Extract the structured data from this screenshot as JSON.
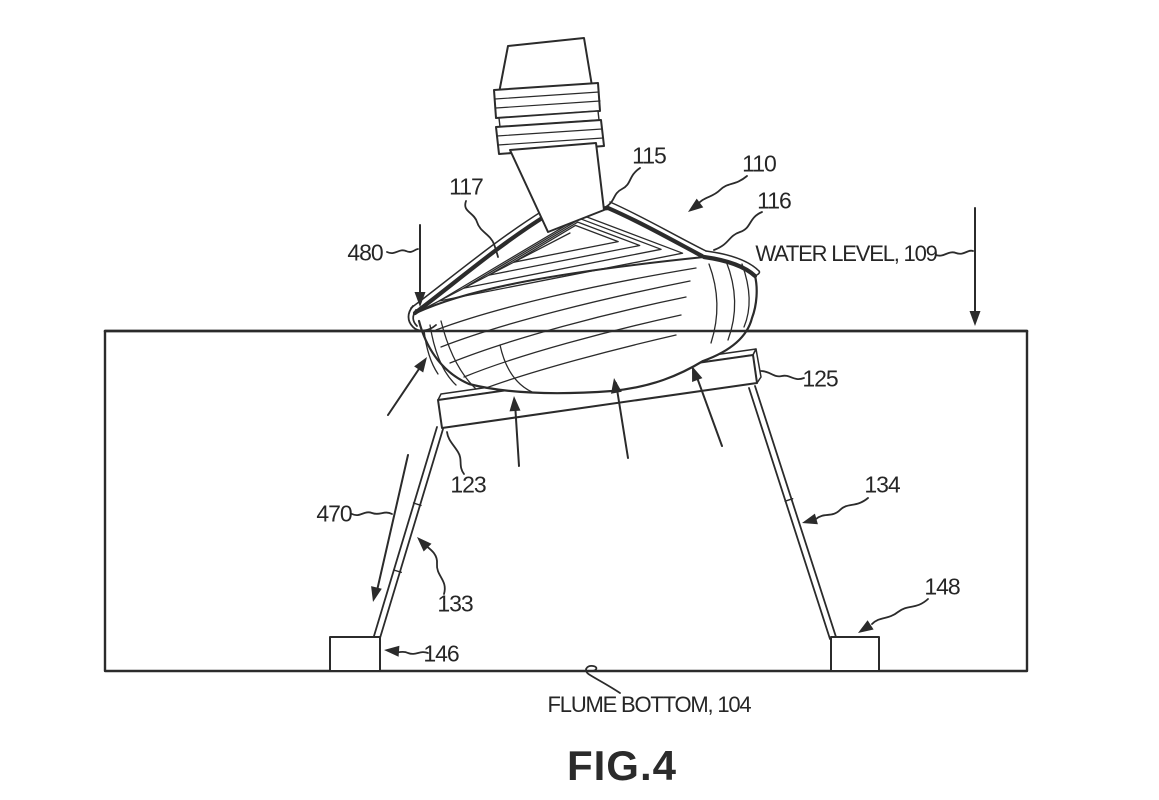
{
  "figure": {
    "caption": "FIG.4",
    "callouts": {
      "water_level": "WATER LEVEL, 109",
      "flume_bottom": "FLUME BOTTOM, 104"
    },
    "ref_labels": {
      "n110": "110",
      "n115": "115",
      "n116": "116",
      "n117": "117",
      "n123": "123",
      "n125": "125",
      "n133": "133",
      "n134": "134",
      "n146": "146",
      "n148": "148",
      "n470": "470",
      "n480": "480"
    },
    "colors": {
      "line": "#2b2b2b",
      "background": "#ffffff"
    }
  }
}
